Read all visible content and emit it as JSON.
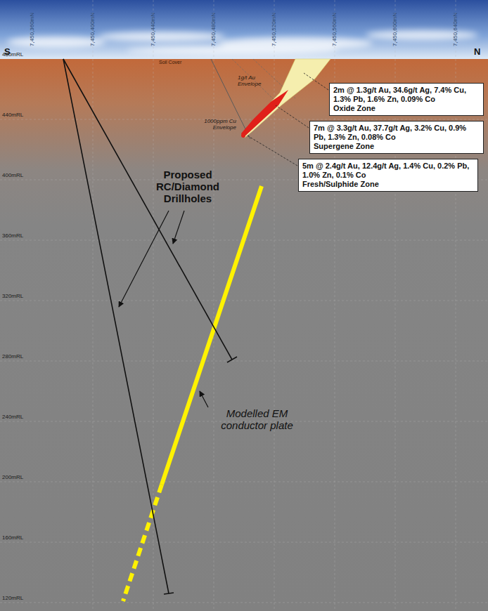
{
  "diagram": {
    "nodes": [
      {
        "text": [
          "2m @ 1.3g/t Au, 34.6g/t Ag, 7.4% Cu, 1.3% Pb, 1.6% Zn, 0.09% Co",
          "Oxide Zone"
        ]
      },
      {
        "text": [
          "7m @ 3.3g/t Au, 37.7g/t Ag, 3.2% Cu, 0.9% Pb, 1.3% Zn, 0.08% Co",
          "Supergene Zone"
        ]
      },
      {
        "text": [
          "5m @ 2.4g/t Au, 12.4g/t Ag, 1.4% Cu, 0.2% Pb, 1.0% Zn, 0.1% Co",
          "Fresh/Sulphide Zone"
        ]
      }
    ],
    "labels": [
      "S",
      "N",
      "7,450,360mN",
      "7,450,400mN",
      "7,450,440mN",
      "7,450,480mN",
      "7,450,520mN",
      "7,450,560mN",
      "7,450,600mN",
      "7,450,640mN",
      "480mRL",
      "440mRL",
      "400mRL",
      "360mRL",
      "320mRL",
      "280mRL",
      "240mRL",
      "200mRL",
      "160mRL",
      "120mRL",
      "Soil Cover",
      "1g/t Au Envelope",
      "1000ppm Cu Envelope",
      "Proposed RC/Diamond Drillholes",
      "Modelled EM conductor plate"
    ]
  }
}
